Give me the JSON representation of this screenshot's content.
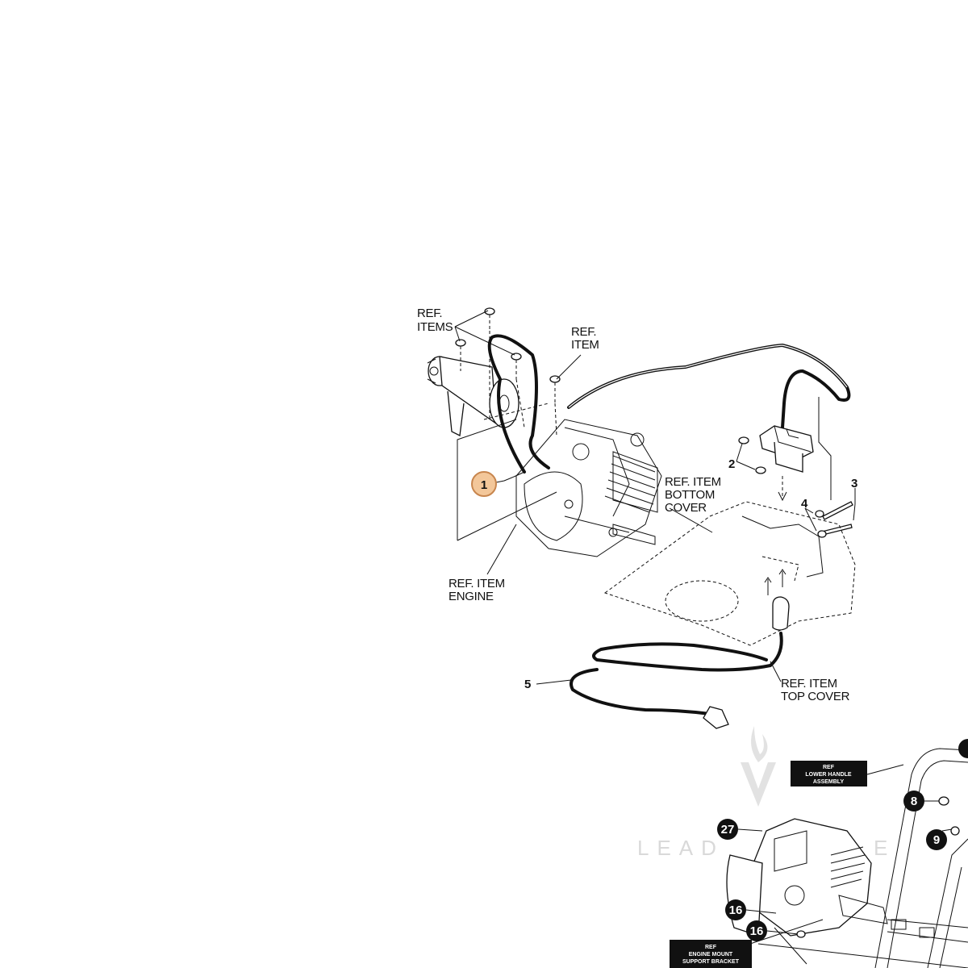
{
  "diagram": {
    "labels": {
      "ref_items": [
        "REF.",
        "ITEMS"
      ],
      "ref_item": [
        "REF.",
        "ITEM"
      ],
      "ref_item_bottom_cover": [
        "REF. ITEM",
        "BOTTOM",
        "COVER"
      ],
      "ref_item_engine": [
        "REF. ITEM",
        "ENGINE"
      ],
      "ref_item_top_cover": [
        "REF. ITEM",
        "TOP COVER"
      ]
    },
    "callouts": {
      "item_1": "1",
      "item_2": "2",
      "item_3": "3",
      "item_4": "4",
      "item_5": "5"
    },
    "lower_diagram": {
      "box_lower_handle": [
        "REF",
        "LOWER HANDLE",
        "ASSEMBLY"
      ],
      "box_engine_mount": [
        "REF",
        "ENGINE MOUNT",
        "SUPPORT BRACKET"
      ],
      "bubbles": {
        "b27": "27",
        "b8": "8",
        "b9": "9",
        "b16a": "16",
        "b16b": "16"
      }
    },
    "watermark": "LEAD",
    "watermark_tail": "E"
  }
}
